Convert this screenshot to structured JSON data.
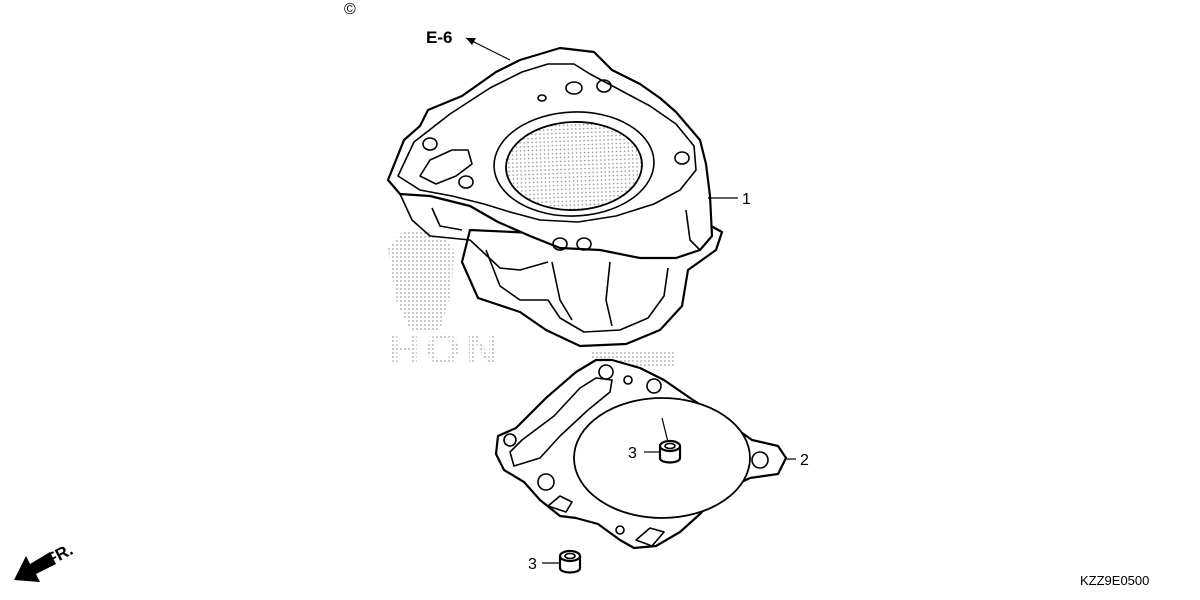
{
  "copyright": "©",
  "reference": {
    "label": "E-6"
  },
  "callouts": {
    "cylinder": "1",
    "gasket": "2",
    "dowel_upper": "3",
    "dowel_lower": "3"
  },
  "front_indicator": "FR.",
  "diagram_code": "KZZ9E0500",
  "watermark_text": "HON"
}
